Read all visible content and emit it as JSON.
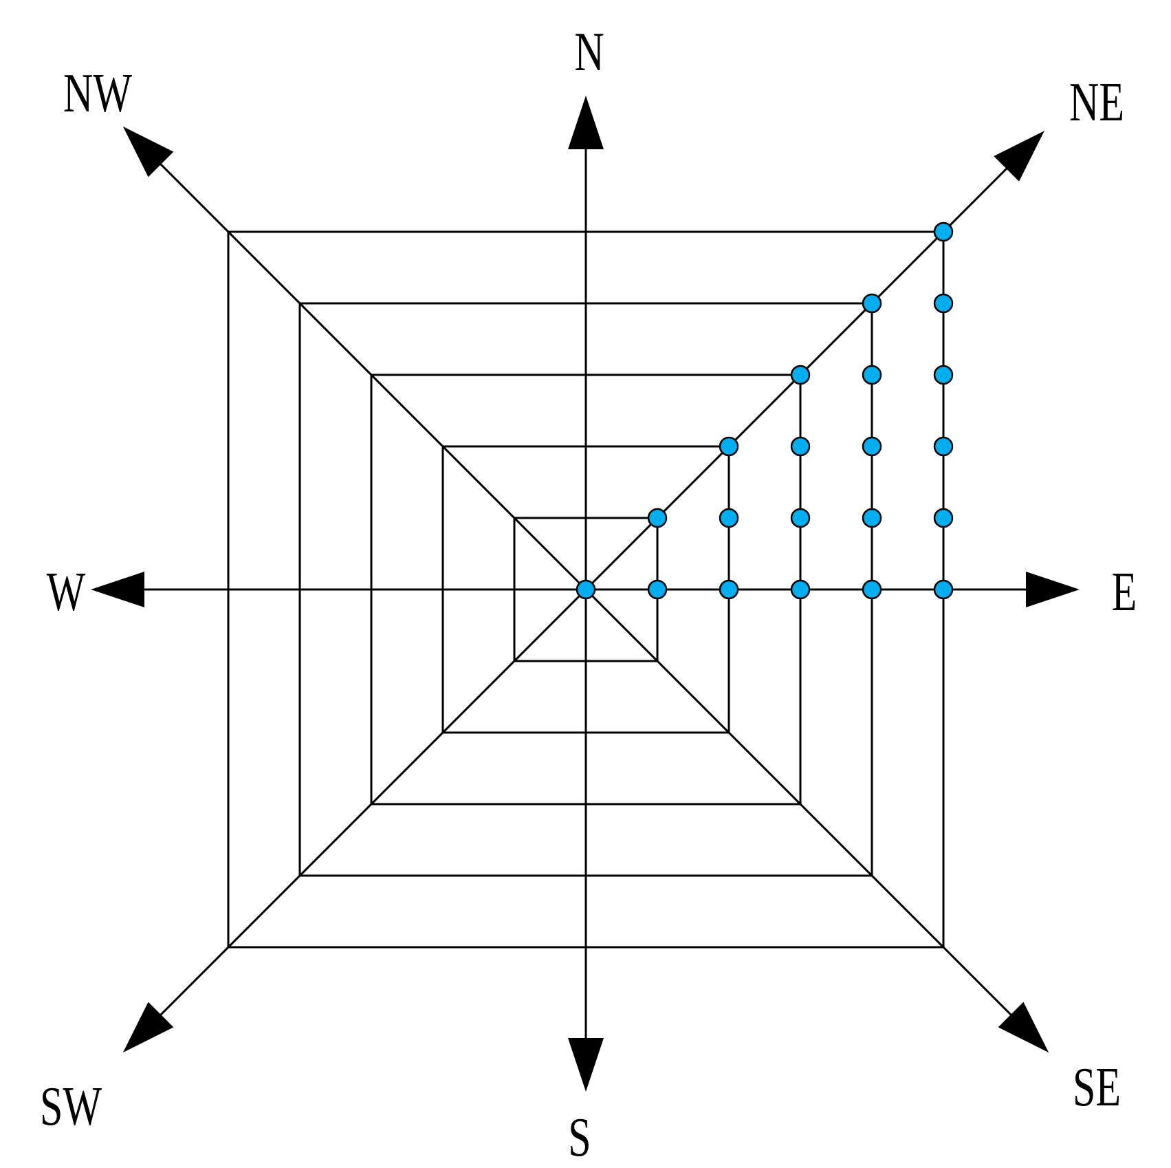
{
  "directions": {
    "N": "N",
    "NE": "NE",
    "E": "E",
    "SE": "SE",
    "S": "S",
    "SW": "SW",
    "W": "W",
    "NW": "NW"
  },
  "colors": {
    "line": "#000000",
    "node_fill": "#00AEEF",
    "node_stroke": "#000000"
  },
  "rings": 5,
  "nodes": [
    {
      "ring": 0,
      "east": 0,
      "north": 0
    },
    {
      "ring": 1,
      "east": 1,
      "north": 0
    },
    {
      "ring": 1,
      "east": 1,
      "north": 1
    },
    {
      "ring": 2,
      "east": 2,
      "north": 0
    },
    {
      "ring": 2,
      "east": 2,
      "north": 1
    },
    {
      "ring": 2,
      "east": 2,
      "north": 2
    },
    {
      "ring": 3,
      "east": 3,
      "north": 0
    },
    {
      "ring": 3,
      "east": 3,
      "north": 1
    },
    {
      "ring": 3,
      "east": 3,
      "north": 2
    },
    {
      "ring": 3,
      "east": 3,
      "north": 3
    },
    {
      "ring": 4,
      "east": 4,
      "north": 0
    },
    {
      "ring": 4,
      "east": 4,
      "north": 1
    },
    {
      "ring": 4,
      "east": 4,
      "north": 2
    },
    {
      "ring": 4,
      "east": 4,
      "north": 3
    },
    {
      "ring": 4,
      "east": 4,
      "north": 4
    },
    {
      "ring": 5,
      "east": 5,
      "north": 0
    },
    {
      "ring": 5,
      "east": 5,
      "north": 1
    },
    {
      "ring": 5,
      "east": 5,
      "north": 2
    },
    {
      "ring": 5,
      "east": 5,
      "north": 3
    },
    {
      "ring": 5,
      "east": 5,
      "north": 4
    },
    {
      "ring": 5,
      "east": 5,
      "north": 5
    }
  ]
}
